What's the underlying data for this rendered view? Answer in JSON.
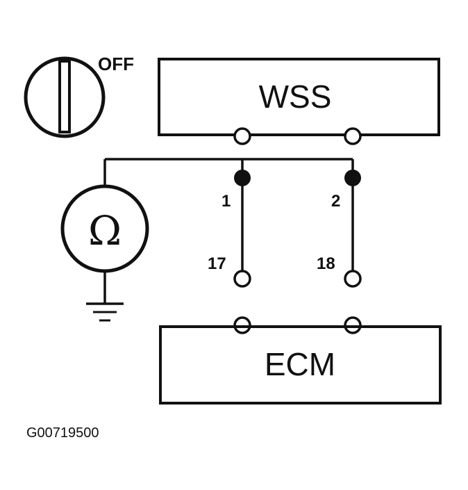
{
  "switch": {
    "label": "OFF"
  },
  "wss": {
    "label": "WSS"
  },
  "ecm": {
    "label": "ECM"
  },
  "meter": {
    "symbol": "Ω"
  },
  "pins": {
    "wss_pin_1": "1",
    "wss_pin_2": "2",
    "ecm_pin_17": "17",
    "ecm_pin_18": "18"
  },
  "figure_code": "G00719500"
}
